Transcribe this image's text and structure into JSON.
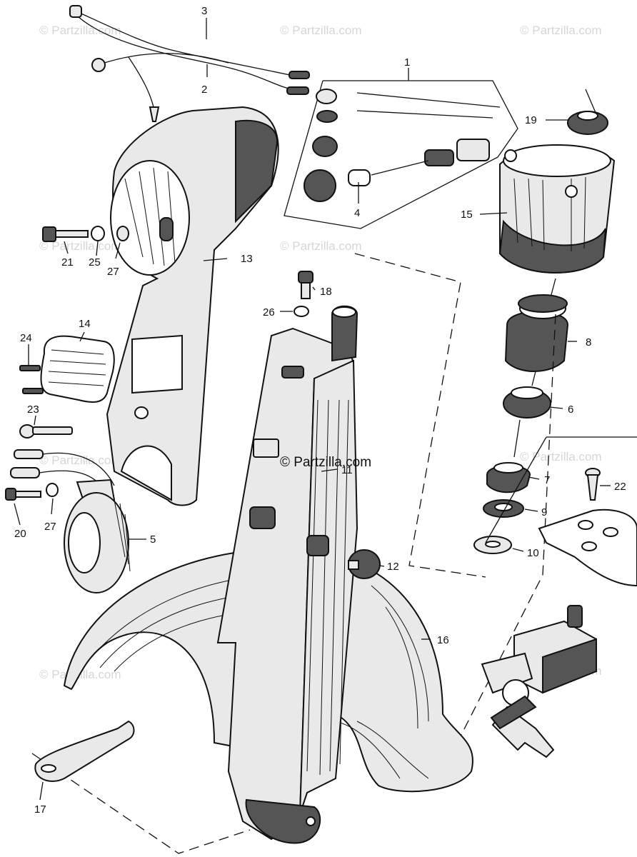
{
  "watermark": "© Partzilla.com",
  "watermark_center": "© Partzilla.com",
  "labels": {
    "p1": "1",
    "p2": "2",
    "p3": "3",
    "p4": "4",
    "p5": "5",
    "p6": "6",
    "p7": "7",
    "p8": "8",
    "p9": "9",
    "p10": "10",
    "p11": "11",
    "p12": "12",
    "p13": "13",
    "p14": "14",
    "p15": "15",
    "p16": "16",
    "p17": "17",
    "p18": "18",
    "p19": "19",
    "p20": "20",
    "p21": "21",
    "p22": "22",
    "p23": "23",
    "p24": "24",
    "p25": "25",
    "p26": "26",
    "p27a": "27",
    "p27b": "27"
  }
}
